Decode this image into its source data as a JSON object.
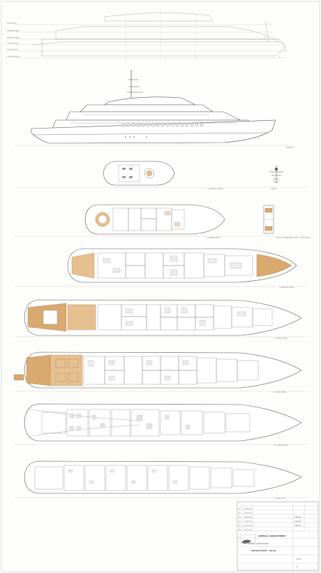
{
  "drawing": {
    "profile_levels": [
      "SUN DECK",
      "OWNER DECK",
      "BRIDGE DECK",
      "UPPER DECK",
      "MAIN DECK",
      "LOWER DECK"
    ],
    "views": {
      "profile": "PROFILE",
      "sun_deck": "1. SUN/MAST DECK",
      "front_view": "FRONT",
      "owner_deck": "2. OWNER DECK",
      "lift_detail": "MAIN - SUPERSTR. (LIFT) / TOP PLANS",
      "bridge_deck": "3. BRIDGE DECK",
      "upper_deck": "4. UPPER DECK",
      "main_deck": "5. MAIN DECK",
      "lower_deck": "6. LOWER DECK",
      "tank_top": "7. TANK TOP"
    },
    "title_block": {
      "revisions": [
        {
          "rev": "01",
          "date": "03.06.13"
        },
        {
          "rev": "02",
          "date": "12.07.13"
        },
        {
          "rev": "03",
          "date": "26.08.13"
        },
        {
          "rev": "04",
          "date": "10.09.13"
        },
        {
          "rev": "05",
          "date": "18.10.13"
        },
        {
          "rev": "06",
          "date": "04.11.13"
        }
      ],
      "revision_notes": [
        "UPDATE",
        "UPDATE",
        "UPDATE"
      ],
      "company": "GENERAL ARRANGEMENT",
      "project": "MOTOR YACHT - 90.6m",
      "drawing_title": "GENERAL ARRANGEMENT",
      "scale": "1:100",
      "sheet": "A1"
    }
  },
  "colors": {
    "wood": "#d9a970",
    "line": "#555555",
    "paper": "#fdfdfc"
  }
}
